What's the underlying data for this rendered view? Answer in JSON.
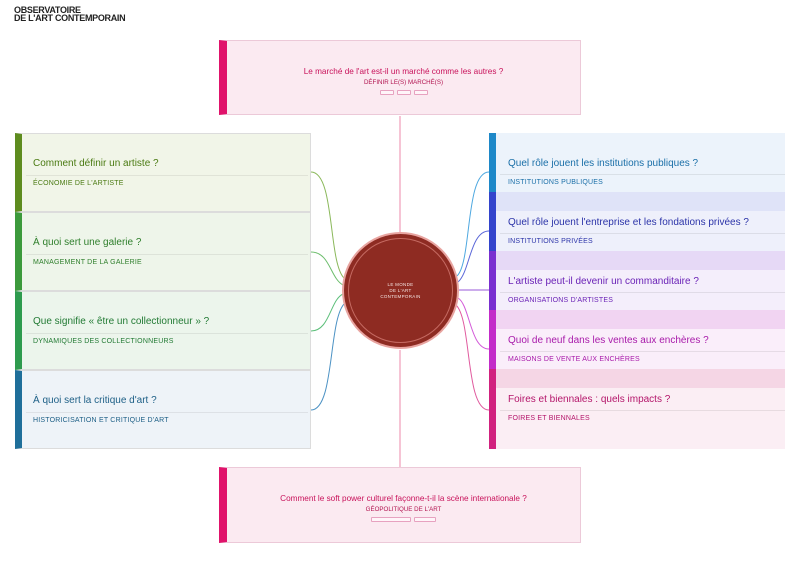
{
  "logo": {
    "line1": "OBSERVATOIRE",
    "line2": "DE L'ART CONTEMPORAIN",
    "tagline": ""
  },
  "center": {
    "line1": "LE MONDE",
    "line2": "DE L'ART",
    "line3": "CONTEMPORAIN"
  },
  "top_card": {
    "question": "Le marché de l'art est-il un marché comme les autres ?",
    "subtitle": "DÉFINIR LE(S) MARCHÉ(S)",
    "color": "#e0136b"
  },
  "bottom_card": {
    "question": "Comment le soft power culturel façonne-t-il la scène internationale ?",
    "subtitle": "GÉOPOLITIQUE DE L'ART",
    "color": "#e0136b"
  },
  "left_cards": [
    {
      "question": "Comment définir un artiste ?",
      "subtitle": "ÉCONOMIE DE L'ARTISTE",
      "accent": "#5e8c1f",
      "text": "#4a7a12",
      "bg": "#f1f5e8"
    },
    {
      "question": "À quoi sert une galerie ?",
      "subtitle": "MANAGEMENT DE LA GALERIE",
      "accent": "#3c9a3c",
      "text": "#2f7f2c",
      "bg": "#eef5ea"
    },
    {
      "question": "Que signifie « être un collectionneur » ?",
      "subtitle": "DYNAMIQUES DES COLLECTIONNEURS",
      "accent": "#2e9b4e",
      "text": "#227a34",
      "bg": "#ecf5ec"
    },
    {
      "question": "À quoi sert la critique d'art ?",
      "subtitle": "HISTORICISATION ET CRITIQUE D'ART",
      "accent": "#1f6f9a",
      "text": "#1d5f86",
      "bg": "#eef3f8"
    }
  ],
  "right_cards": [
    {
      "question": "Quel rôle jouent les institutions publiques ?",
      "subtitle": "INSTITUTIONS PUBLIQUES",
      "accent": "#1e88c8",
      "text": "#1a6fa8",
      "bg": "#ecf3fb",
      "band": "#e3eefa"
    },
    {
      "question": "Quel rôle jouent l'entreprise et les fondations privées ?",
      "subtitle": "INSTITUTIONS PRIVÉES",
      "accent": "#3344cc",
      "text": "#2b33a8",
      "bg": "#eef0fb",
      "band": "#dfe3f8"
    },
    {
      "question": "L'artiste peut-il devenir un commanditaire ?",
      "subtitle": "ORGANISATIONS D'ARTISTES",
      "accent": "#7a2fd0",
      "text": "#6a22b6",
      "bg": "#f4eefb",
      "band": "#e6d9f6"
    },
    {
      "question": "Quoi de neuf dans les ventes aux enchères ?",
      "subtitle": "MAISONS DE VENTE AUX ENCHÈRES",
      "accent": "#c32cc9",
      "text": "#a81aaa",
      "bg": "#faeefa",
      "band": "#f1d4f2"
    },
    {
      "question": "Foires et biennales : quels impacts ?",
      "subtitle": "FOIRES ET BIENNALES",
      "accent": "#d1227f",
      "text": "#b4156a",
      "bg": "#fbeef4",
      "band": "#f5d6e5"
    }
  ]
}
